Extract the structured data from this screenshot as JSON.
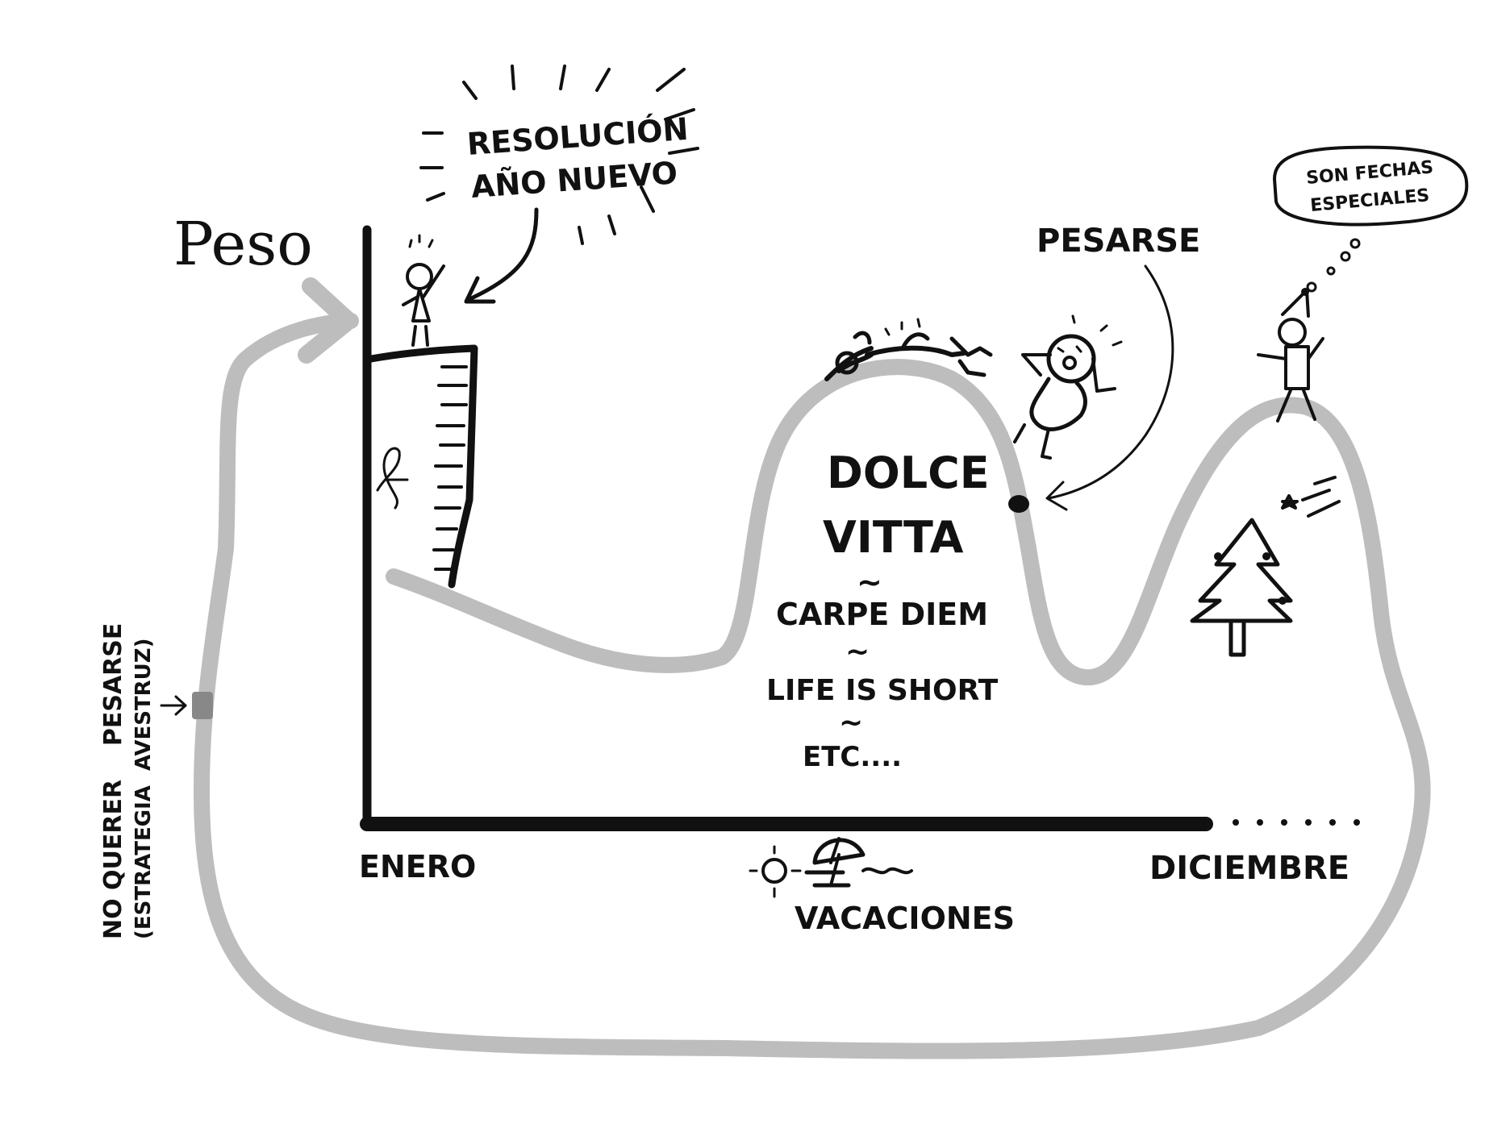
{
  "diagram": {
    "y_axis_label": "Peso",
    "resolution_label": [
      "RESOLUCIÓN",
      "AÑO NUEVO"
    ],
    "weigh_label": "PESARSE",
    "thought_bubble": [
      "SON FECHAS",
      "ESPECIALES"
    ],
    "center_text": {
      "line1": "DOLCE",
      "line2": "VITTA",
      "sep1": "~",
      "line3": "CARPE DIEM",
      "sep2": "~",
      "line4": "LIFE IS SHORT",
      "sep3": "~",
      "line5": "ETC...."
    },
    "x_start_label": "ENERO",
    "x_end_label": "DICIEMBRE",
    "vacation_label": "VACACIONES",
    "side_note": {
      "line1": "NO QUERER    PESARSE",
      "line2": "(ESTRATEGIA  AVESTRUZ)"
    },
    "colors": {
      "ink": "#111111",
      "curve": "#bdbdbd",
      "marker": "#888888",
      "background": "#ffffff"
    }
  }
}
